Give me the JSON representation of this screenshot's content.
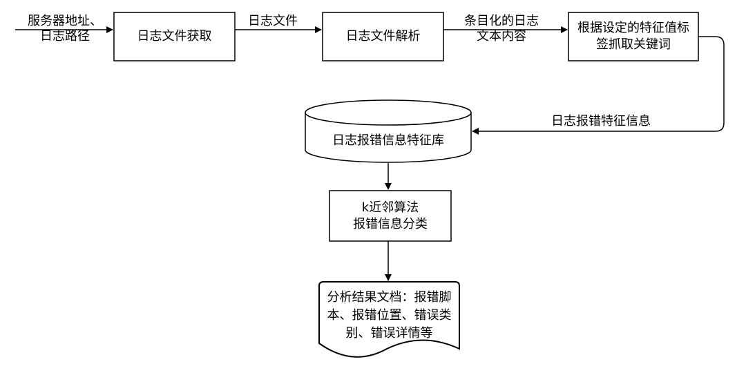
{
  "nodes": {
    "input_label": "服务器地址、\n日志路径",
    "log_fetch": "日志文件获取",
    "log_parse": "日志文件解析",
    "keyword_extract": "根据设定的特征值标\n签抓取关键词",
    "feature_db": "日志报错信息特征库",
    "knn_classify": "k近邻算法\n报错信息分类",
    "result_doc": "分析结果文档：报错脚\n本、报错位置、错误类\n别、错误详情等"
  },
  "edges": {
    "log_file": "日志文件",
    "structured_content": "条目化的日志\n文本内容",
    "error_features": "日志报错特征信息"
  }
}
